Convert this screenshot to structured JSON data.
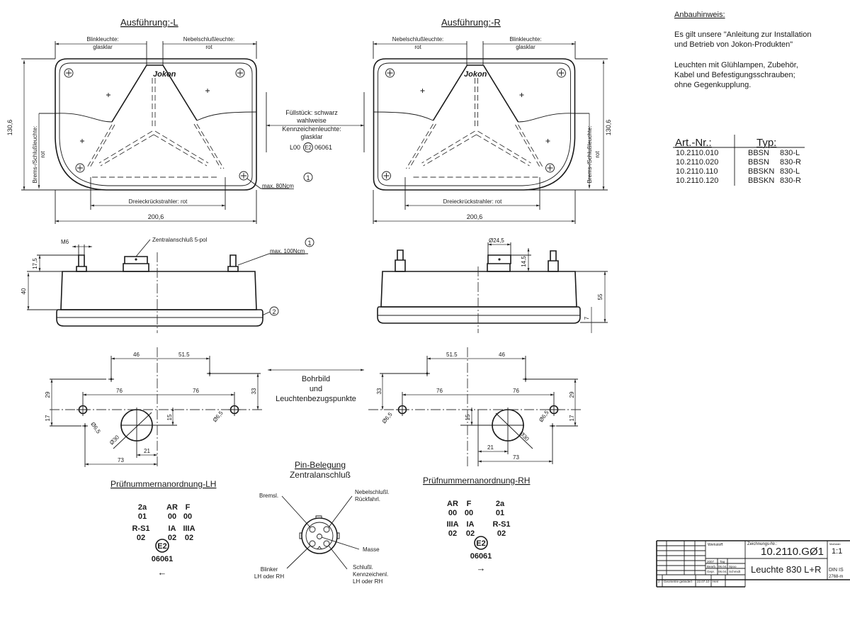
{
  "views": {
    "left_title": "Ausführung:-L",
    "right_title": "Ausführung:-R",
    "blink": "Blinkleuchte:",
    "glasklar": "glasklar",
    "nebel": "Nebelschlußleuchte:",
    "rot": "rot",
    "brems": "Brems-/Schlußleuchte:",
    "dreieck": "Dreieckrückstrahler: rot",
    "width_dim": "200,6",
    "height_dim": "130,6",
    "logo": "Jokon",
    "fill_line1": "Füllstück: schwarz",
    "fill_line2": "wahlweise",
    "kenn_line1": "Kennzeichenleuchte:",
    "kenn_line2": "glasklar",
    "approval_prefix": "L00",
    "approval_mark": "E2",
    "approval_no": "06061",
    "torque_front": "max. 80Ncm",
    "note_1": "1",
    "note_2": "2"
  },
  "side": {
    "m6": "M6",
    "connector": "Zentralanschluß 5-pol",
    "torque_side": "max. 100Ncm",
    "d17_5": "17,5",
    "d40": "40",
    "d24_5": "Ø24,5",
    "d14_5": "14,5",
    "d55": "55",
    "d7": "7"
  },
  "drill": {
    "caption1": "Bohrbild",
    "caption2": "und",
    "caption3": "Leuchtenbezugspunkte",
    "d46": "46",
    "d51_5": "51.5",
    "d76": "76",
    "d29": "29",
    "d17": "17",
    "d33": "33",
    "d15": "15",
    "d21": "21",
    "d73": "73",
    "d6_5": "Ø6,5",
    "d30": "Ø30"
  },
  "pruef_lh": {
    "title": "Prüfnummernanordnung-LH",
    "rows": [
      [
        "2a",
        "AR",
        "F"
      ],
      [
        "01",
        "00",
        "00"
      ],
      [
        "R-S1",
        "IA",
        "IIIA"
      ],
      [
        "02",
        "02",
        "02"
      ]
    ],
    "mark": "E2",
    "number": "06061",
    "arrow": "←"
  },
  "pruef_rh": {
    "title": "Prüfnummernanordnung-RH",
    "rows": [
      [
        "AR",
        "F",
        "2a"
      ],
      [
        "00",
        "00",
        "01"
      ],
      [
        "IIIA",
        "IA",
        "R-S1"
      ],
      [
        "02",
        "02",
        "02"
      ]
    ],
    "mark": "E2",
    "number": "06061",
    "arrow": "→"
  },
  "pins": {
    "title1": "Pin-Belegung",
    "title2": "Zentralanschluß",
    "bremsl": "Bremsl.",
    "nebel1": "Nebelschlußl.",
    "nebel2": "Rückfahrl.",
    "masse": "Masse",
    "blinker1": "Blinker",
    "blinker2": "LH oder RH",
    "schluss1": "Schlußl.",
    "schluss2": "Kennzeichenl.",
    "schluss3": "LH oder RH"
  },
  "notes": {
    "heading": "Anbauhinweis:",
    "p1_l1": "Es gilt unsere \"Anleitung zur Installation",
    "p1_l2": "und Betrieb von Jokon-Produkten\"",
    "p2_l1": "Leuchten mit Glühlampen, Zubehör,",
    "p2_l2": "Kabel und Befestigungsschrauben;",
    "p2_l3": "ohne Gegenkupplung."
  },
  "articles": {
    "col1": "Art.-Nr.:",
    "col2": "Typ:",
    "rows": [
      {
        "nr": "10.2110.010",
        "typ": "BBSN",
        "var": "830-L"
      },
      {
        "nr": "10.2110.020",
        "typ": "BBSN",
        "var": "830-R"
      },
      {
        "nr": "10.2110.110",
        "typ": "BBSKN",
        "var": "830-L"
      },
      {
        "nr": "10.2110.120",
        "typ": "BBSKN",
        "var": "830-R"
      }
    ]
  },
  "titleblock": {
    "werkstoff": "Werkstoff:",
    "drawing_no_label": "Zeichnungs-Nr.:",
    "drawing_no": "10.2110.GØ1",
    "scale_label": "Maßstab",
    "scale": "1:1",
    "name": "Leuchte 830 L+R",
    "year": "2007",
    "bearb": "Bearb.",
    "gepr": "Gepr.",
    "tag": "Tag",
    "d1": "06.04.",
    "d2": "06.04.",
    "n1": "Spoo",
    "n2": "Schmidt",
    "din": "DIN IS",
    "din2": "2768-m",
    "rev": "2",
    "rev_text": "Geometrie geändert",
    "rev_date": "22.07.10",
    "rev_name": "Herr"
  }
}
